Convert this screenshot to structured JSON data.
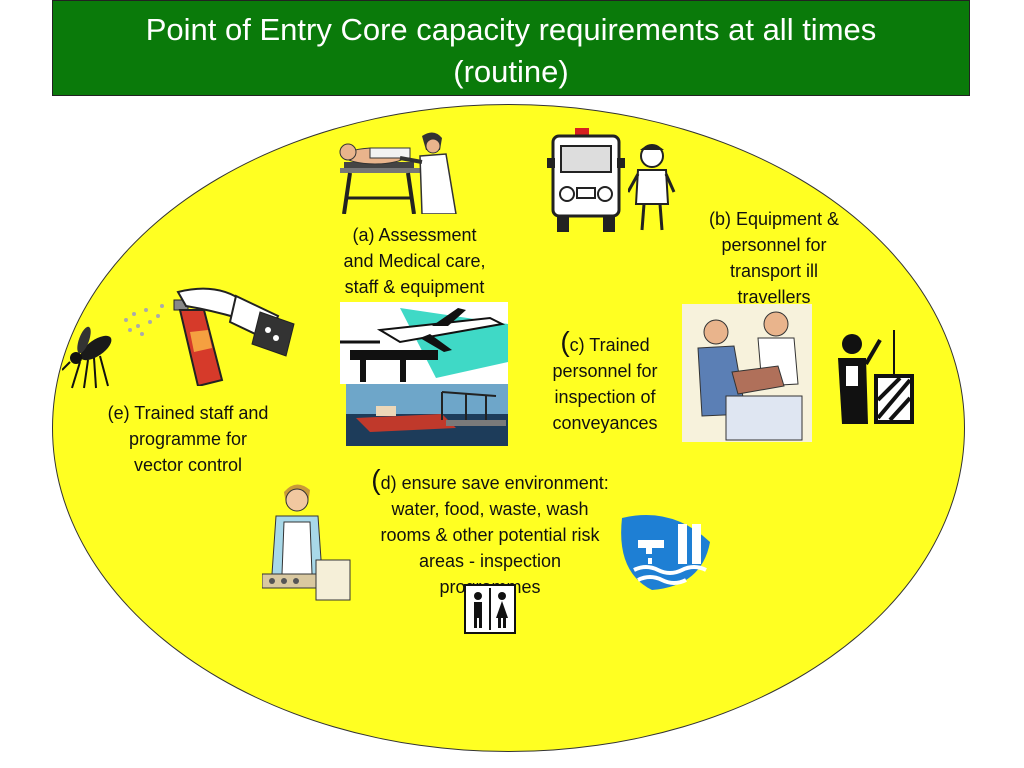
{
  "title": {
    "line1": "Point of Entry Core capacity requirements at all times",
    "line2": "(routine)"
  },
  "labels": {
    "a": [
      "(a) Assessment",
      "and Medical care,",
      "staff & equipment"
    ],
    "b": [
      "(b) Equipment &",
      "personnel for",
      "transport ill",
      "travellers"
    ],
    "c": {
      "first_big": "(",
      "first_rest": "c) Trained",
      "lines": [
        "personnel for",
        "inspection of",
        "conveyances"
      ]
    },
    "d": {
      "first_big": "(",
      "first_rest": "d) ensure save environment:",
      "lines": [
        "water, food, waste, wash",
        "rooms & other potential risk",
        "areas - inspection",
        "programmes"
      ]
    },
    "e": [
      "(e) Trained staff and",
      "programme for",
      "vector control"
    ]
  },
  "colors": {
    "title_bg": "#0a7a0a",
    "title_text": "#ffffff",
    "ellipse_fill": "#ffff22"
  },
  "icons": {
    "medical_exam": "doctor-examining-patient-icon",
    "ambulance": "ambulance-icon",
    "paramedic": "paramedic-icon",
    "spray": "insecticide-spray-icon",
    "mosquito": "mosquito-icon",
    "airplane": "airplane-terminal-icon",
    "ship": "cargo-ship-port-icon",
    "inspection": "customs-inspection-icon",
    "cargo_worker": "cargo-handler-icon",
    "food_worker": "food-preparation-worker-icon",
    "water": "water-supply-icon",
    "restroom": "restroom-icon"
  }
}
